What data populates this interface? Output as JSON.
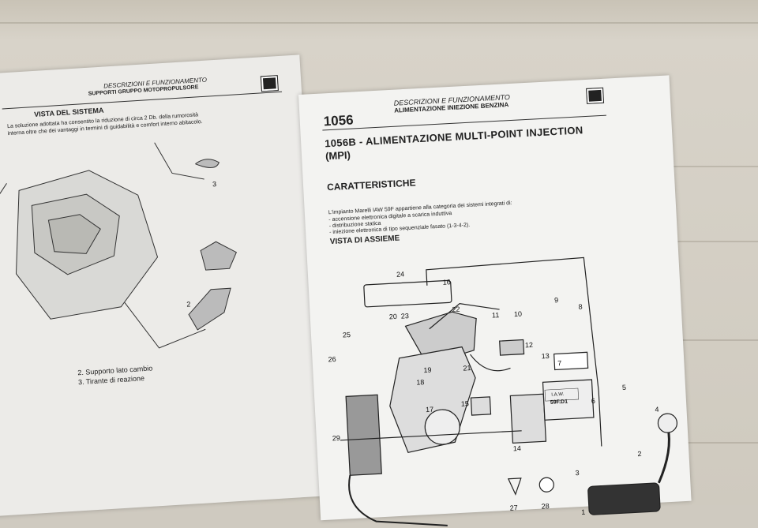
{
  "left_page": {
    "header_line1": "DESCRIZIONI E FUNZIONAMENTO",
    "header_line2": "SUPPORTI GRUPPO MOTOPROPULSORE",
    "section_title": "VISTA DEL SISTEMA",
    "intro_line1": "La soluzione adottata ha consentito la riduzione di circa 2 Db. della rumorosità",
    "intro_line2": "interna oltre che dei vantaggi in termini di guidabilità e comfort interno abitacolo.",
    "callouts": [
      "3",
      "2"
    ],
    "legend": [
      "2. Supporto lato cambio",
      "3. Tirante di reazione"
    ]
  },
  "right_page": {
    "page_number": "1056",
    "header_line1": "DESCRIZIONI E FUNZIONAMENTO",
    "header_line2": "ALIMENTAZIONE INIEZIONE BENZINA",
    "title_line1": "1056B - ALIMENTAZIONE MULTI-POINT INJECTION",
    "title_line2": "(MPI)",
    "section_features": "CARATTERISTICHE",
    "body_intro": "L'impianto Marelli IAW 59F appartiene alla categoria dei sistemi integrati di:",
    "bullets": [
      "- accensione elettronica digitale a scarica induttiva",
      "- distribuzione statica",
      "- iniezione elettronica di tipo sequenziale fasato (1-3-4-2)."
    ],
    "section_assembly": "VISTA DI ASSIEME",
    "ecu_label_line1": "I.A.W.",
    "ecu_label_line2": "59F.D1",
    "callouts": [
      "24",
      "16",
      "20",
      "23",
      "22",
      "25",
      "11",
      "10",
      "9",
      "8",
      "12",
      "26",
      "13",
      "7",
      "19",
      "21",
      "18",
      "15",
      "6",
      "5",
      "29",
      "17",
      "4",
      "14",
      "2",
      "3",
      "27",
      "28",
      "1"
    ]
  }
}
